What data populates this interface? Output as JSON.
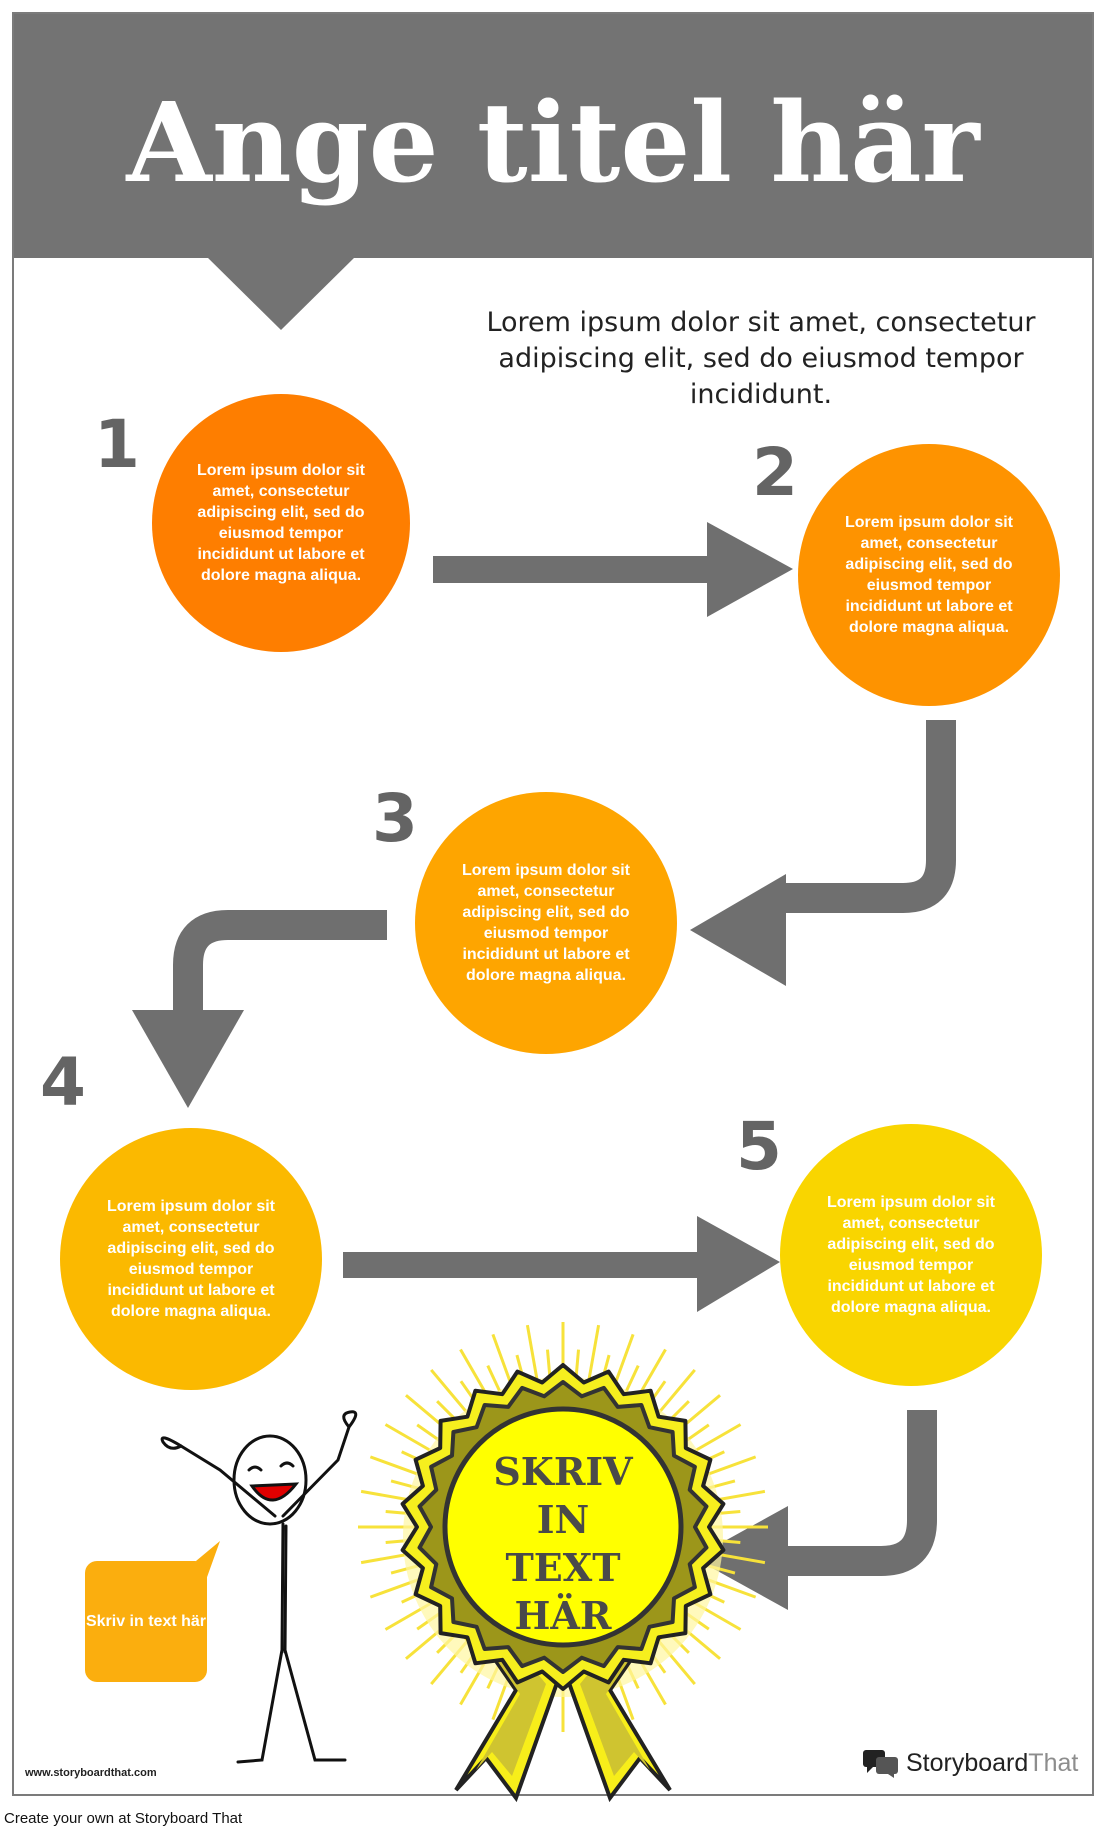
{
  "title": "Ange titel här",
  "intro": "Lorem ipsum dolor sit amet, consectetur adipiscing elit, sed do eiusmod tempor incididunt.",
  "steps": [
    {
      "number": "1",
      "text": "Lorem ipsum dolor sit amet, consectetur adipiscing elit, sed do eiusmod tempor incididunt ut labore et dolore magna aliqua.",
      "color": "#fe7e00"
    },
    {
      "number": "2",
      "text": "Lorem ipsum dolor sit amet, consectetur adipiscing elit, sed do eiusmod tempor incididunt ut labore et dolore magna aliqua.",
      "color": "#fe9300"
    },
    {
      "number": "3",
      "text": "Lorem ipsum dolor sit amet, consectetur adipiscing elit, sed do eiusmod tempor incididunt ut labore et dolore magna aliqua.",
      "color": "#fea500"
    },
    {
      "number": "4",
      "text": "Lorem ipsum dolor sit amet, consectetur adipiscing elit, sed do eiusmod tempor incididunt ut labore et dolore magna aliqua.",
      "color": "#fbb900"
    },
    {
      "number": "5",
      "text": "Lorem ipsum dolor sit amet, consectetur adipiscing elit, sed do eiusmod tempor incididunt ut labore et dolore magna aliqua.",
      "color": "#f9d500"
    }
  ],
  "badge": {
    "line1": "SKRIV",
    "line2": "IN",
    "line3": "TEXT",
    "line4": "HÄR"
  },
  "speech_bubble": "Skriv in text här",
  "footer": {
    "url": "www.storyboardthat.com",
    "brand_part1": "Storyboard",
    "brand_part2": "That",
    "credit": "Create your own at Storyboard That"
  },
  "colors": {
    "arrow": "#6f6f6f",
    "header": "#737373",
    "badge_center": "#ffff00"
  }
}
